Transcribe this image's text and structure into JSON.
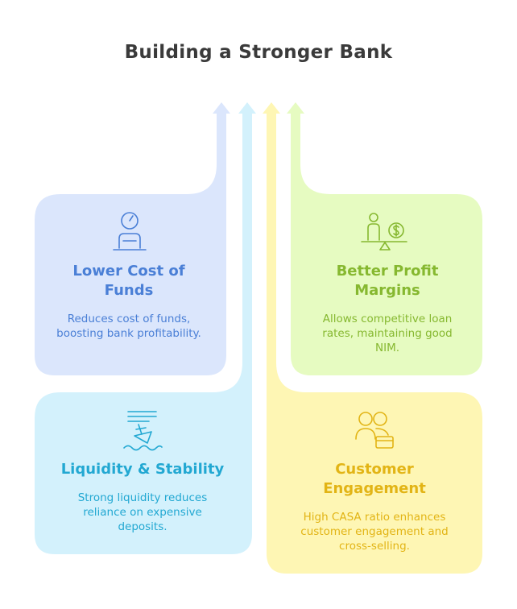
{
  "title": "Building a Stronger Bank",
  "cards": {
    "lower_cost": {
      "title": "Lower Cost of Funds",
      "description": "Reduces cost of funds, boosting bank profitability.",
      "icon": "gauge-person-icon",
      "color": "#4a7fd6",
      "fill": "#dbe6fc"
    },
    "profit_margins": {
      "title": "Better Profit Margins",
      "description": "Allows competitive loan rates, maintaining good NIM.",
      "icon": "balance-scale-dollar-icon",
      "color": "#86b830",
      "fill": "#e6fbc1"
    },
    "liquidity": {
      "title": "Liquidity & Stability",
      "description": "Strong liquidity reduces reliance on expensive deposits.",
      "icon": "sinking-ship-icon",
      "color": "#22a8d2",
      "fill": "#d3f1fc"
    },
    "engagement": {
      "title": "Customer Engagement",
      "description": "High CASA ratio enhances customer engagement and cross-selling.",
      "icon": "customers-card-icon",
      "color": "#e2b415",
      "fill": "#fef6b4"
    }
  }
}
